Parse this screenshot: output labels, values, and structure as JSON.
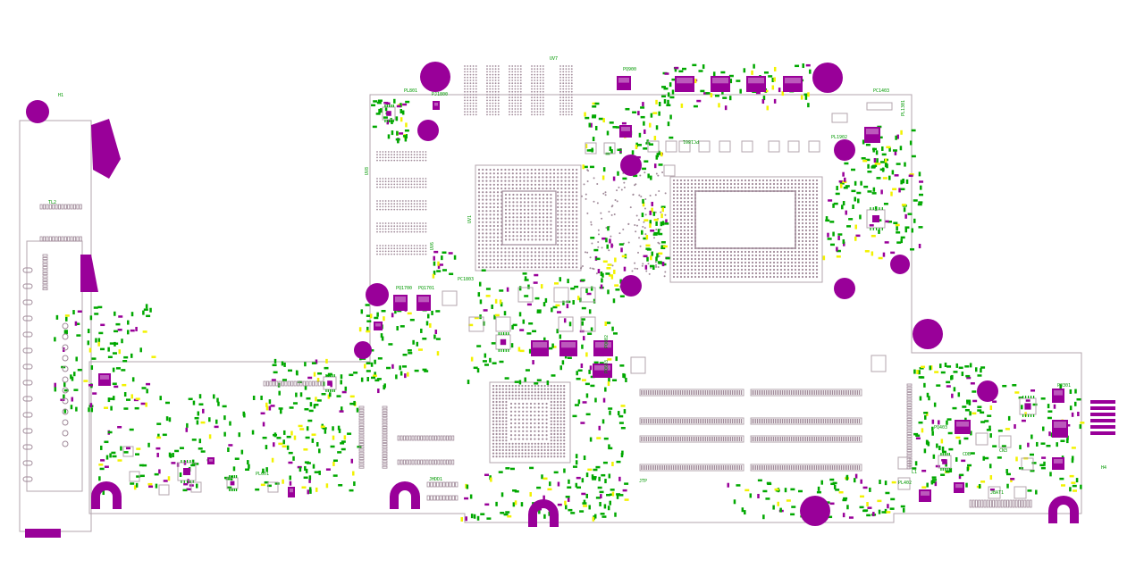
{
  "colors": {
    "background": "#ffffff",
    "outline": "#b3a5ad",
    "pad": "#a08a99",
    "magenta": "#990099",
    "green": "#00a800",
    "yellow": "#f2f200",
    "label": "#009900"
  },
  "labels": {
    "h1": "H1",
    "tl2": "TL2",
    "uv7": "UV7",
    "uv8": "UV8",
    "uv6": "UV6",
    "uv1": "UV1",
    "pl801": "PL801",
    "pj1800": "PJ1800",
    "pq900": "PQ900",
    "pc1403": "PC1403",
    "pl1902": "PL1902",
    "pq1700": "PQ1700",
    "pq1701": "PQ1701",
    "pc1803": "PC1803",
    "pq602": "PQ602",
    "pq603": "PQ603",
    "pl601": "PL601",
    "pl402": "PL402",
    "pl1301": "PL1301",
    "pq301": "PQ301",
    "pc1801": "PC1801",
    "pq403": "PQ403",
    "cn3": "CN3",
    "jbat1": "JBAT1",
    "jhdd1": "JHDD1",
    "jtp": "JTP",
    "l1": "L1",
    "h4": "H4",
    "c1cb": "CDB"
  }
}
